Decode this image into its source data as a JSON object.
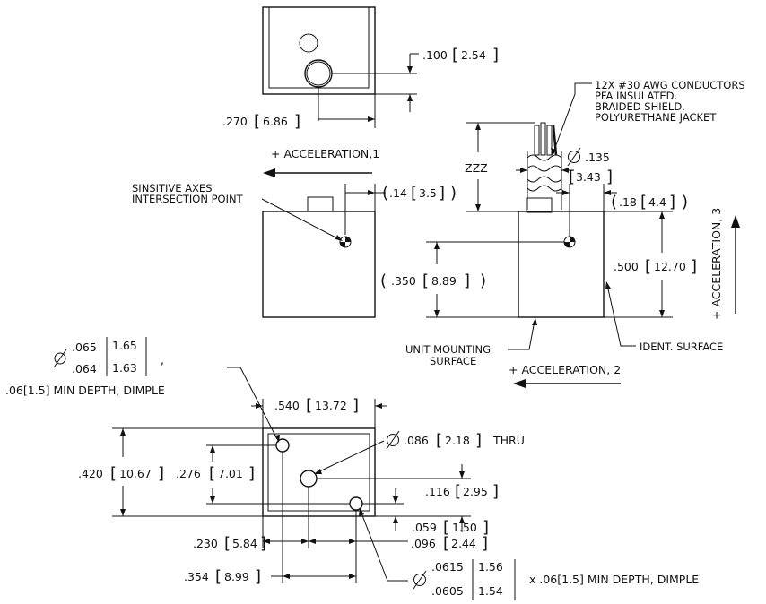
{
  "top_view": {
    "hole_offset": ".100",
    "hole_offset_mm": "2.54",
    "width_to_center": ".270",
    "width_to_center_mm": "6.86"
  },
  "axes": {
    "acc1": "+ ACCELERATION,1",
    "acc2": "+ ACCELERATION, 2",
    "acc3": "+ ACCELERATION, 3"
  },
  "side_view": {
    "sensitive_axes_line1": "SINSITIVE AXES",
    "sensitive_axes_line2": "INTERSECTION POINT",
    "top_offset": ".14",
    "top_offset_mm": "3.5",
    "height_center": ".350",
    "height_center_mm": "8.89"
  },
  "front_view": {
    "cable_line1": "12X #30 AWG CONDUCTORS",
    "cable_line2": "PFA INSULATED.",
    "cable_line3": "BRAIDED SHIELD.",
    "cable_line4": "POLYURETHANE JACKET",
    "cable_length": "ZZZ",
    "cable_dia": ".135",
    "cable_dia_mm": "3.43",
    "right_offset": ".18",
    "right_offset_mm": "4.4",
    "height": ".500",
    "height_mm": "12.70",
    "mounting_line1": "UNIT MOUNTING",
    "mounting_line2": "SURFACE",
    "ident": "IDENT. SURFACE"
  },
  "bottom_view": {
    "dimple_dia_max": ".065",
    "dimple_dia_max_mm": "1.65",
    "dimple_dia_min": ".064",
    "dimple_dia_min_mm": "1.63",
    "dimple_comma": ",",
    "dimple_depth": ".06[1.5]  MIN  DEPTH,  DIMPLE",
    "width": ".540",
    "width_mm": "13.72",
    "height": ".420",
    "height_mm": "10.67",
    "y_upper": ".276",
    "y_upper_mm": "7.01",
    "thru_dia": ".086",
    "thru_dia_mm": "2.18",
    "thru": "THRU",
    "y_mid": ".116",
    "y_mid_mm": "2.95",
    "y_low": ".059",
    "y_low_mm": "1.50",
    "x_mid": ".230",
    "x_mid_mm": "5.84",
    "x_gap": ".096",
    "x_gap_mm": "2.44",
    "x_right": ".354",
    "x_right_mm": "8.99",
    "small_dia_max": ".0615",
    "small_dia_max_mm": "1.56",
    "small_dia_min": ".0605",
    "small_dia_min_mm": "1.54",
    "small_depth": "x  .06[1.5]  MIN  DEPTH,  DIMPLE"
  }
}
